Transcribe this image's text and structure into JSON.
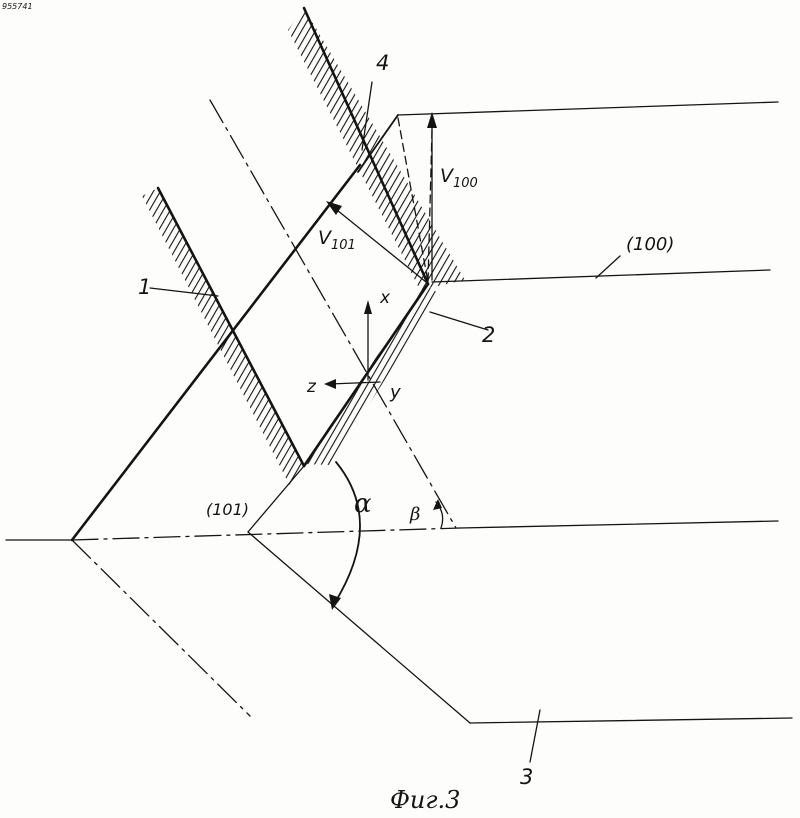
{
  "labels": {
    "part_1": "1",
    "part_2": "2",
    "part_3": "3",
    "part_4": "4",
    "plane_100": "(100)",
    "plane_101": "(101)",
    "v100_base": "V",
    "v100_sub": "100",
    "v101_base": "V",
    "v101_sub": "101",
    "axis_x": "x",
    "axis_z": "z",
    "axis_y": "y",
    "angle_alpha": "α",
    "angle_beta": "β",
    "caption": "Фиг.3",
    "corner_mark": "955741"
  },
  "colors": {
    "ink": "#141414",
    "paper": "#fdfdfb"
  }
}
